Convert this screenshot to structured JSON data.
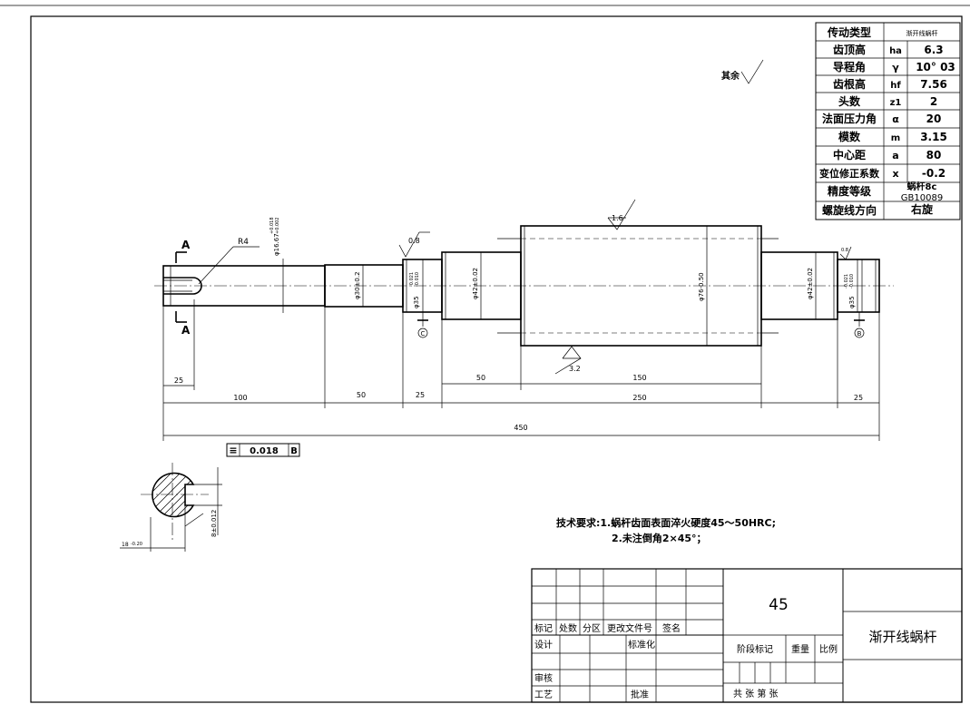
{
  "params_table": {
    "rows": [
      {
        "name": "传动类型",
        "symbol": "",
        "value": "渐开线蜗杆"
      },
      {
        "name": "齿顶高",
        "symbol": "ha",
        "value": "6.3"
      },
      {
        "name": "导程角",
        "symbol": "γ",
        "value": "10° 03"
      },
      {
        "name": "齿根高",
        "symbol": "hf",
        "value": "7.56"
      },
      {
        "name": "头数",
        "symbol": "z1",
        "value": "2"
      },
      {
        "name": "法面压力角",
        "symbol": "α",
        "value": "20"
      },
      {
        "name": "模数",
        "symbol": "m",
        "value": "3.15"
      },
      {
        "name": "中心距",
        "symbol": "a",
        "value": "80"
      },
      {
        "name": "变位修正系数",
        "symbol": "x",
        "value": "-0.2"
      },
      {
        "name": "精度等级",
        "symbol": "",
        "value": "蜗杆8c",
        "value2": "GB10089"
      },
      {
        "name": "螺旋线方向",
        "symbol": "",
        "value": "右旋"
      }
    ]
  },
  "roughness": {
    "rest_label": "其余",
    "r08": "0.8",
    "r16": "1.6",
    "r32": "3.2",
    "r08_small": "0.8"
  },
  "labels": {
    "section_A_top": "A",
    "section_A_bottom": "A",
    "radius": "R4",
    "datum_C": "C",
    "datum_B": "B",
    "tolerance_symbol": "≡",
    "tolerance_value": "0.018",
    "tolerance_datum": "B"
  },
  "diameters": {
    "d16": "φ16.67",
    "d16_tol_up": "+0.018",
    "d16_tol_low": "+0.002",
    "d30": "φ30±0.2",
    "d35_left": "φ35",
    "d35_left_tol_up": "-0.021",
    "d35_left_tol_low": "-0.010",
    "d42_left": "φ42±0.02",
    "d76": "φ76-0.50",
    "d42_right": "φ42±0.02",
    "d35_right": "φ35",
    "d35_right_tol_up": "-0.021",
    "d35_right_tol_low": "-0.010"
  },
  "dimensions": {
    "d25_keyway": "25",
    "d100": "100",
    "d50_a": "50",
    "d25_a": "25",
    "d50_b": "50",
    "d150": "150",
    "d250": "250",
    "d25_b": "25",
    "d450": "450",
    "section_width": "18",
    "section_width_tol": "-0.20",
    "section_key": "8±0.012"
  },
  "requirements": {
    "line1": "技术要求:1.蜗杆齿面表面淬火硬度45～50HRC;",
    "line2": "2.未注倒角2×45°；"
  },
  "title_block": {
    "material": "45",
    "part_name": "渐开线蜗杆",
    "col_mark": "标记",
    "col_count": "处数",
    "col_zone": "分区",
    "col_doc": "更改文件号",
    "col_sign": "签名",
    "design": "设计",
    "standardize": "标准化",
    "stage_mark": "阶段标记",
    "weight": "重量",
    "scale": "比例",
    "check": "审核",
    "process": "工艺",
    "approve": "批准",
    "sheets": "共  张 第  张"
  }
}
